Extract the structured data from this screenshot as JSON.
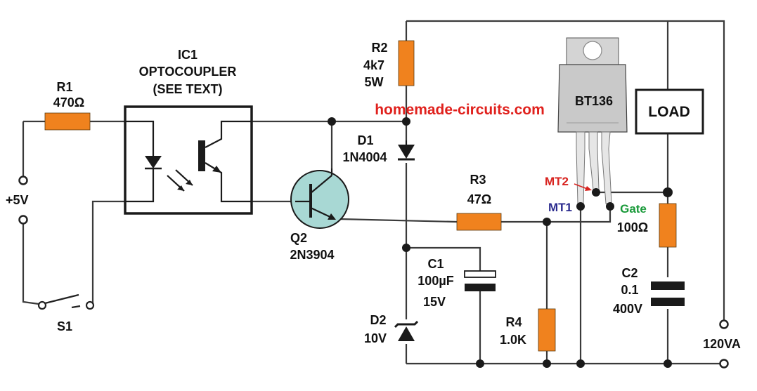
{
  "watermark": "homemade-circuits.com",
  "components": {
    "r1": {
      "name": "R1",
      "value": "470Ω"
    },
    "ic1": {
      "name": "IC1",
      "line1": "OPTOCOUPLER",
      "line2": "(SEE TEXT)"
    },
    "supply": {
      "label": "+5V"
    },
    "s1": {
      "name": "S1"
    },
    "r2": {
      "name": "R2",
      "value": "4k7",
      "power": "5W"
    },
    "d1": {
      "name": "D1",
      "part": "1N4004"
    },
    "q2": {
      "name": "Q2",
      "part": "2N3904"
    },
    "r3": {
      "name": "R3",
      "value": "47Ω"
    },
    "c1": {
      "name": "C1",
      "value": "100µF",
      "voltage": "15V"
    },
    "d2": {
      "name": "D2",
      "value": "10V"
    },
    "r4": {
      "name": "R4",
      "value": "1.0K"
    },
    "triac": {
      "part": "BT136",
      "mt2": "MT2",
      "mt1": "MT1",
      "gate": "Gate"
    },
    "r_gate": {
      "value": "100Ω"
    },
    "load": {
      "label": "LOAD"
    },
    "c2": {
      "name": "C2",
      "value": "0.1",
      "voltage": "400V"
    },
    "mains": {
      "label": "120VA"
    }
  },
  "colors": {
    "resistor": "#f0821e",
    "wire": "#3a3a3a",
    "transistor_fill": "#a8d8d4",
    "triac_body": "#cfcfcf",
    "watermark": "#e0201c",
    "mt2": "#d8231f",
    "mt1": "#2b2b8e",
    "gate": "#1a9a3a"
  }
}
